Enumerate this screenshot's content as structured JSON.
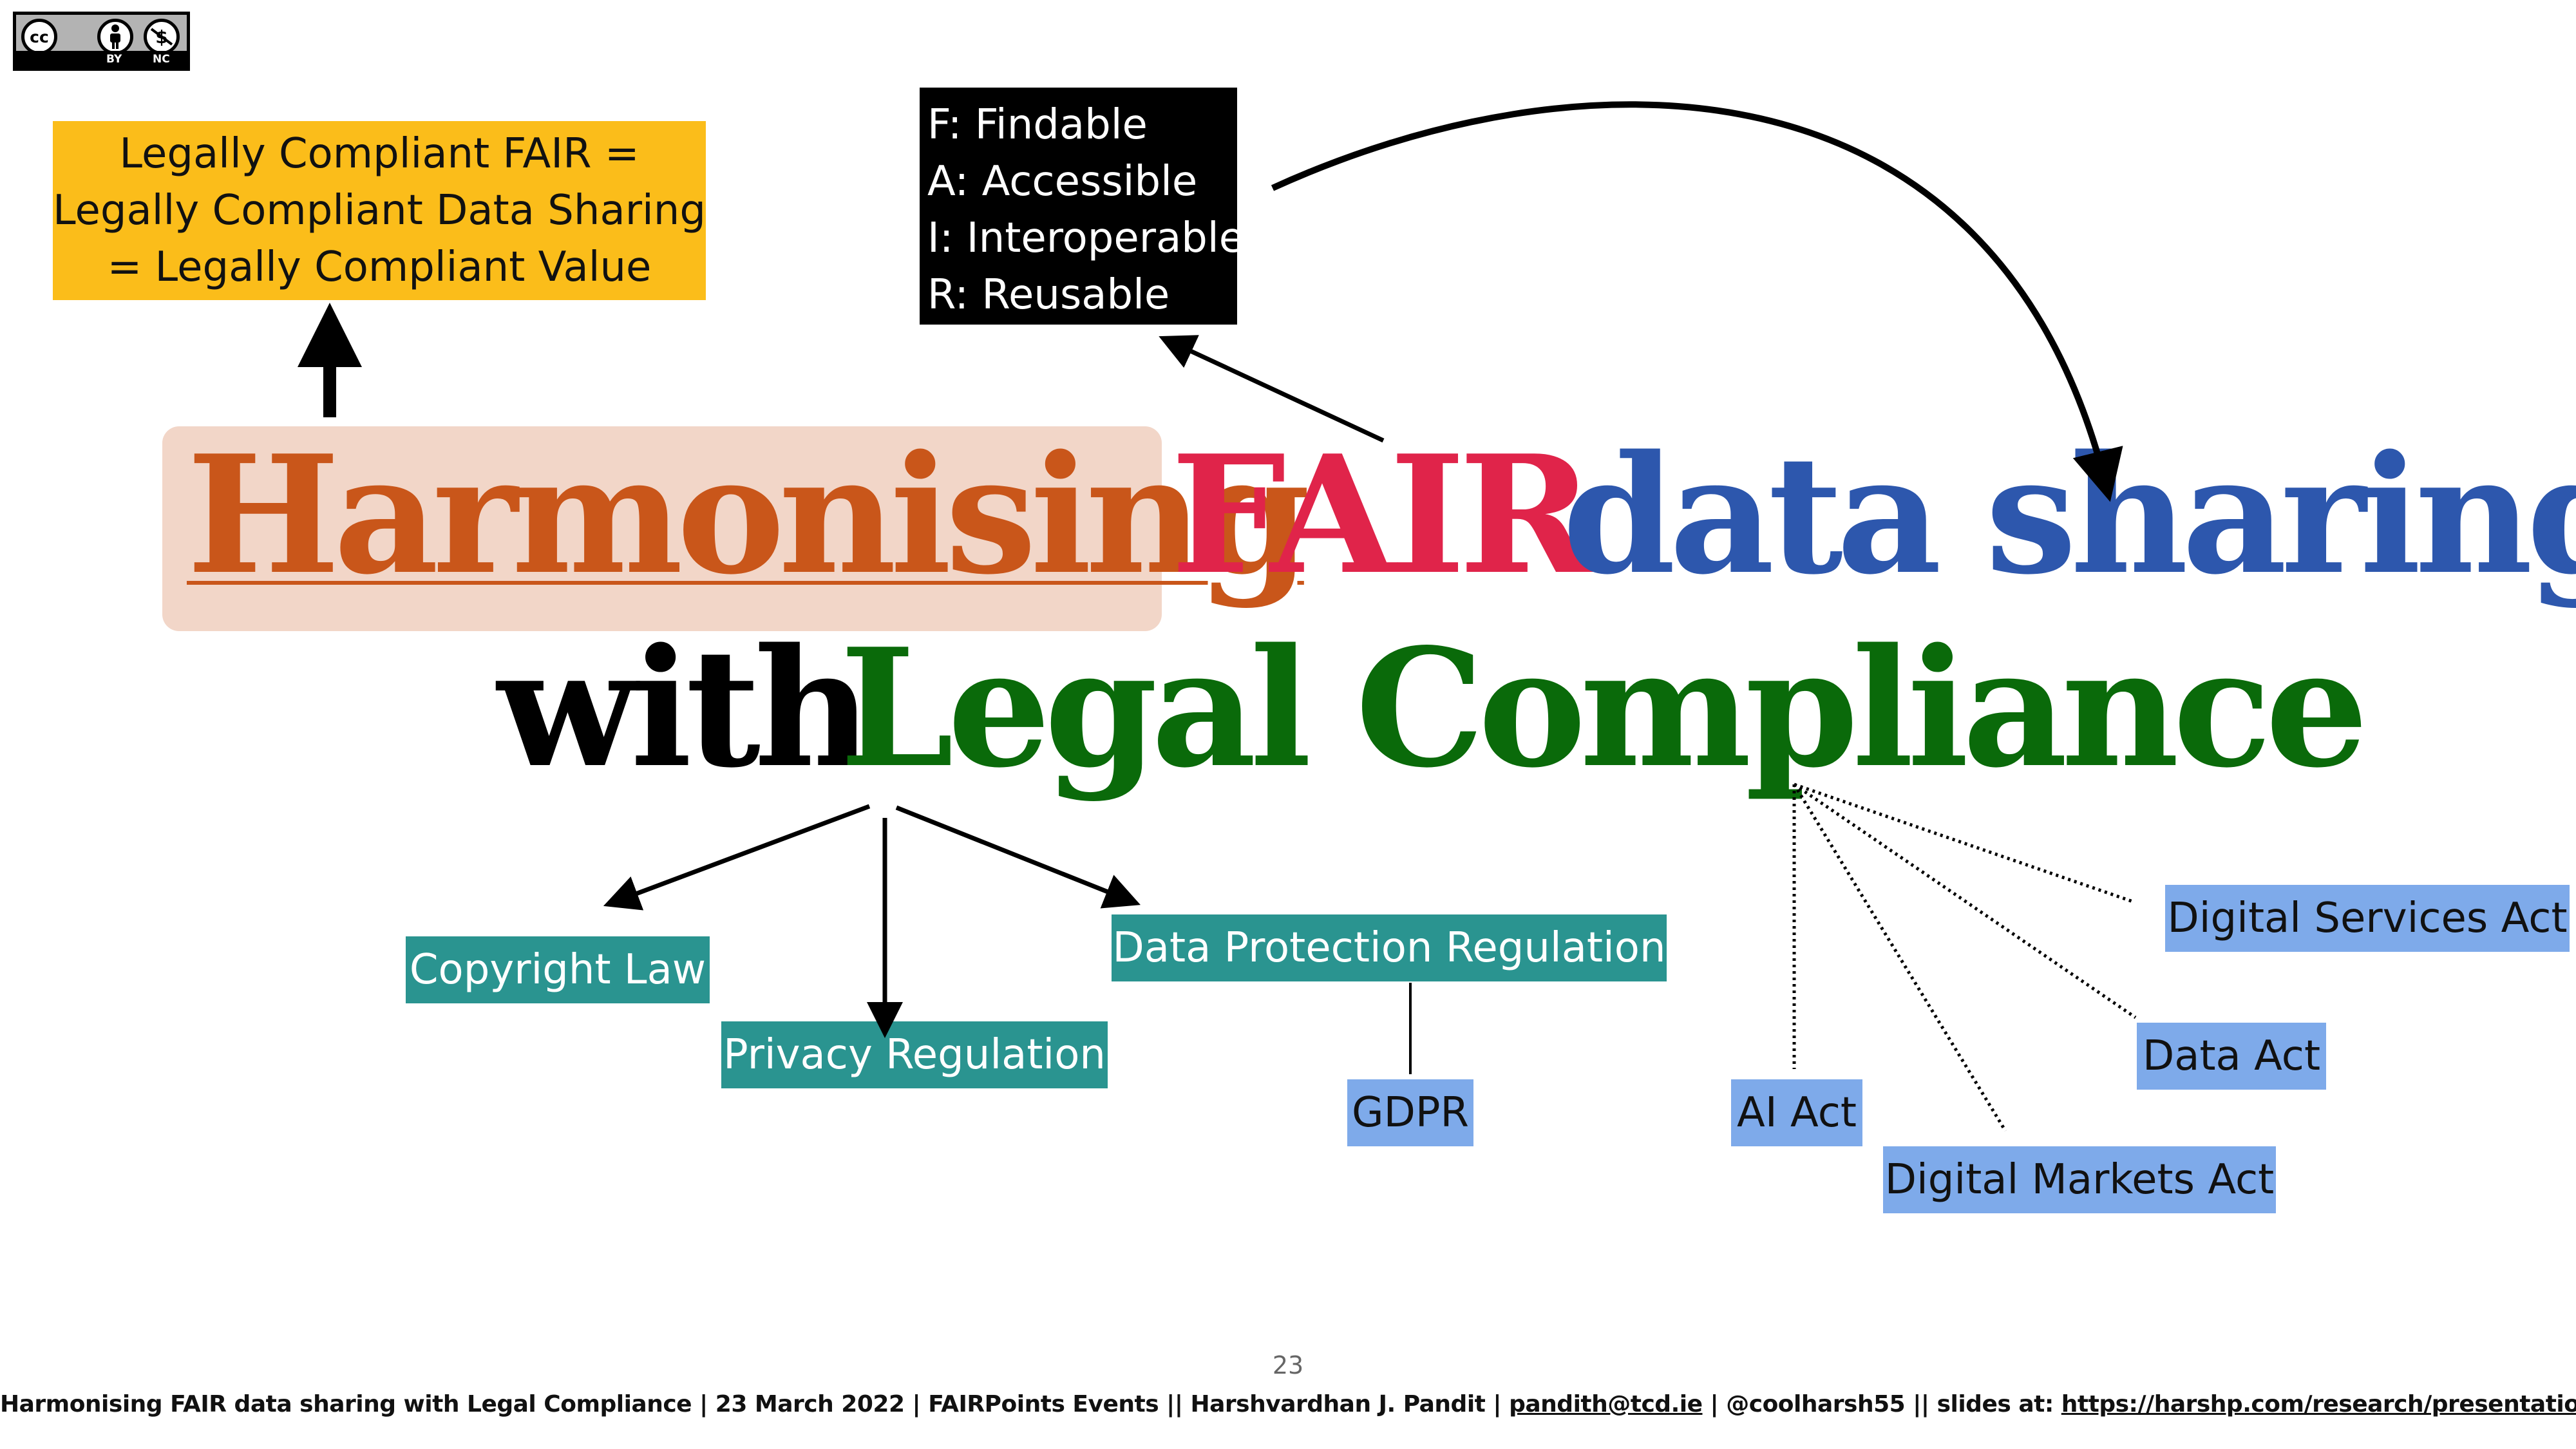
{
  "license_badge": {
    "by": "BY",
    "nc": "NC"
  },
  "formula_box": {
    "line1": "Legally Compliant FAIR =",
    "line2": "Legally Compliant Data Sharing",
    "line3": "= Legally Compliant Value",
    "color": "#fbbd1a"
  },
  "fair_box": {
    "f": "F: Findable",
    "a": "A: Accessible",
    "i": "I: Interoperable",
    "r": "R: Reusable"
  },
  "title": {
    "harmonising": "Harmonising",
    "fair": "FAIR",
    "data_sharing": "data sharing",
    "with": "with",
    "legal_compliance": "Legal Compliance",
    "colors": {
      "harmonising": "#c9561a",
      "fair": "#e0244a",
      "data_sharing": "#2d57ad",
      "with": "#000000",
      "legal_compliance": "#0a6a0a",
      "highlight": "#f2d6c8"
    }
  },
  "law_areas": {
    "copyright": "Copyright Law",
    "privacy": "Privacy Regulation",
    "data_protection": "Data Protection Regulation",
    "color": "#2a9490"
  },
  "regulations": {
    "gdpr": "GDPR",
    "ai_act": "AI Act",
    "digital_markets_act": "Digital Markets Act",
    "data_act": "Data Act",
    "digital_services_act": "Digital Services Act",
    "color": "#7eaaea"
  },
  "page_number": "23",
  "footer": {
    "prefix": "Harmonising FAIR data sharing with Legal Compliance | 23 March 2022 | FAIRPoints Events  || Harshvardhan J. Pandit |",
    "email": "pandith@tcd.ie",
    "handle": "| @coolharsh55  || slides at:",
    "link": "https://harshp.com/research/presentations"
  }
}
